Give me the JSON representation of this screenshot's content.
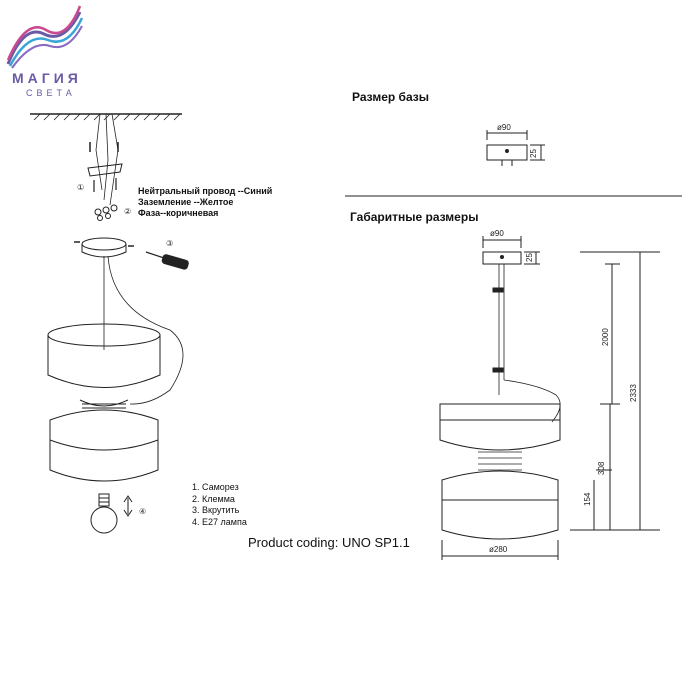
{
  "brand": {
    "name": "МАГИЯ",
    "subtitle": "СВЕТА",
    "colors": [
      "#6b5aa6",
      "#c94a8f",
      "#3aa6d8"
    ]
  },
  "sections": {
    "base_size": "Размер базы",
    "overall_dims": "Габаритные размеры"
  },
  "wiring": [
    "Нейтральный провод --Синий",
    "Заземление --Желтое",
    "Фаза--коричневая"
  ],
  "legend": [
    "1. Саморез",
    "2. Клемма",
    "3. Вкрутить",
    "4. E27 лампа"
  ],
  "step_markers": [
    "①",
    "②",
    "③",
    "④"
  ],
  "product_coding": "Product coding: UNO SP1.1",
  "dimensions": {
    "base_diameter": "ø90",
    "base_height": "25",
    "top_diameter": "ø90",
    "top_height": "25",
    "cord_length": "2000",
    "total_height": "2333",
    "shade_height": "308",
    "lower_height": "154",
    "shade_diameter": "ø280"
  }
}
